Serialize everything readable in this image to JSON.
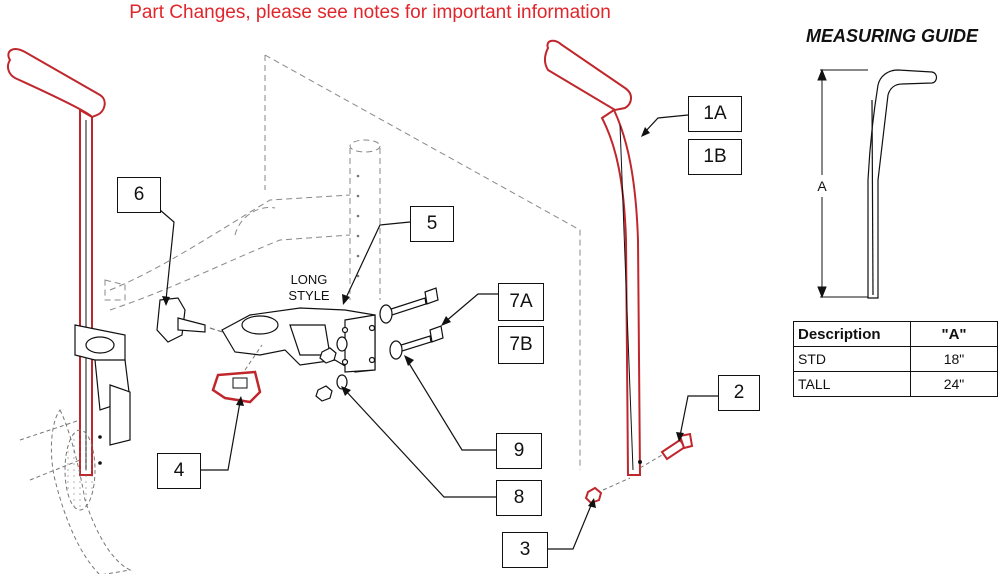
{
  "notice": "Part Changes, please see notes for important information",
  "style_label_line1": "LONG",
  "style_label_line2": "STYLE",
  "measuring_guide": {
    "title": "MEASURING GUIDE",
    "dimension_label": "A"
  },
  "callouts": {
    "c1A": "1A",
    "c1B": "1B",
    "c2": "2",
    "c3": "3",
    "c4": "4",
    "c5": "5",
    "c6": "6",
    "c7A": "7A",
    "c7B": "7B",
    "c8": "8",
    "c9": "9"
  },
  "spec_table": {
    "headers": [
      "Description",
      "\"A\""
    ],
    "rows": [
      [
        "STD",
        "18\""
      ],
      [
        "TALL",
        "24\""
      ]
    ]
  },
  "colors": {
    "notice": "#e0262b",
    "highlight": "#c0272d",
    "line": "#111111"
  }
}
